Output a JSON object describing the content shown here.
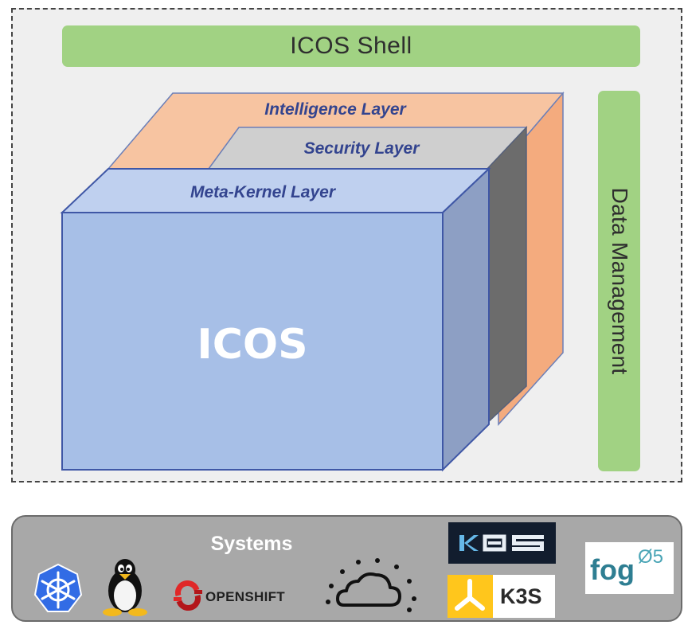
{
  "shell": {
    "label": "ICOS Shell"
  },
  "data_management": {
    "label": "Data Management"
  },
  "layers": {
    "intelligence": "Intelligence Layer",
    "security": "Security Layer",
    "meta_kernel": "Meta-Kernel Layer",
    "core": "ICOS"
  },
  "systems": {
    "title": "Systems",
    "openshift": "OPENSHIFT",
    "k3s": "K3S",
    "fog_main": "fog",
    "fog_sup": "Ø5"
  },
  "colors": {
    "frame_bg": "#efefef",
    "green_bar": "#a1d283",
    "intelligence": "#f7b58a",
    "security": "#c8c8c8",
    "meta_kernel": "#b6c9ea",
    "icos_front": "#a7bfe7",
    "label_blue": "#33448f",
    "systems_bg": "#a8a8a8",
    "kubernetes": "#326ce5",
    "openshift_red": "#e02828",
    "k3s_yellow": "#ffc61c",
    "k0s_bg": "#121d2e",
    "fog_teal": "#4aa5b6"
  },
  "icons": [
    "kubernetes-icon",
    "linux-tux-icon",
    "openshift-icon",
    "cloud-icon",
    "k0s-logo",
    "k3s-logo",
    "fog05-logo"
  ]
}
